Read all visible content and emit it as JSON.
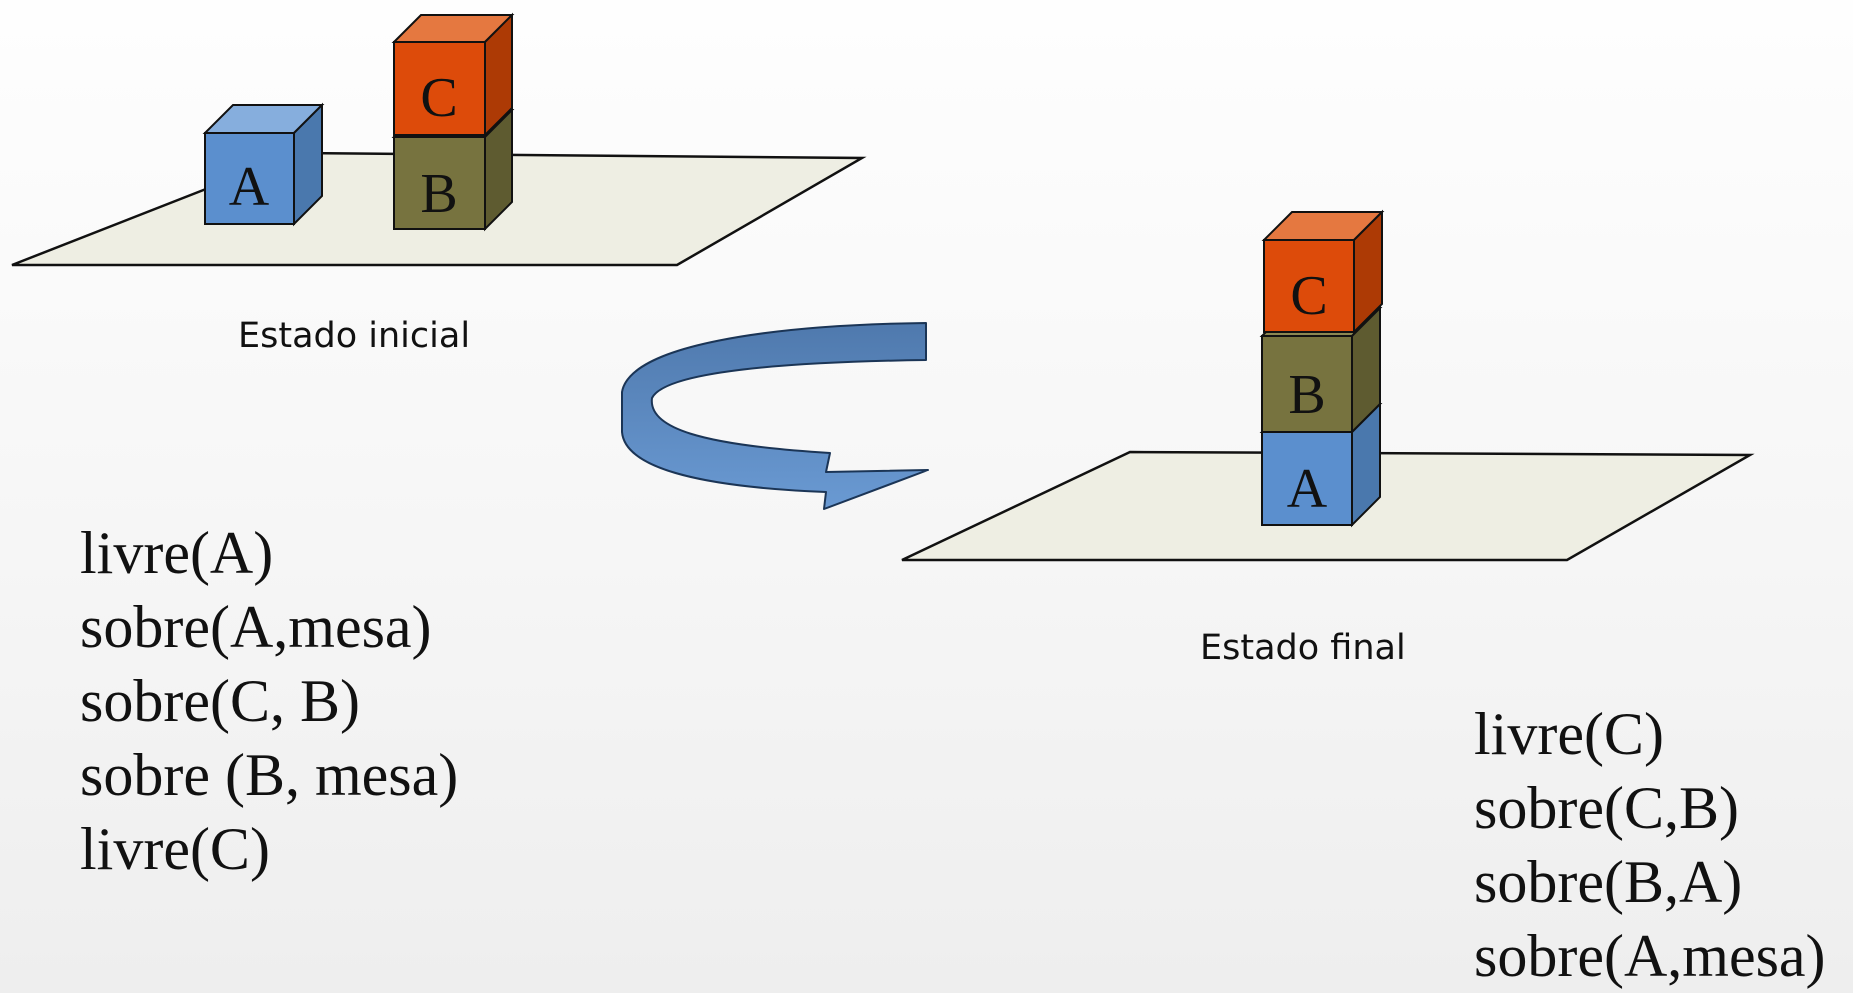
{
  "initial_state": {
    "label": "Estado inicial",
    "blocks": {
      "a": "A",
      "b": "B",
      "c": "C"
    },
    "predicates": [
      "livre(A)",
      "sobre(A,mesa)",
      "sobre(C, B)",
      "sobre (B, mesa)",
      "livre(C)"
    ]
  },
  "final_state": {
    "label": "Estado final",
    "blocks": {
      "a": "A",
      "b": "B",
      "c": "C"
    },
    "predicates": [
      "livre(C)",
      "sobre(C,B)",
      "sobre(B,A)",
      "sobre(A,mesa)"
    ]
  },
  "colors": {
    "block_a": "#5b8fce",
    "block_b": "#77733f",
    "block_c": "#dd4b0a",
    "table": "#eeeee3",
    "arrow": "#5a8ac6"
  }
}
